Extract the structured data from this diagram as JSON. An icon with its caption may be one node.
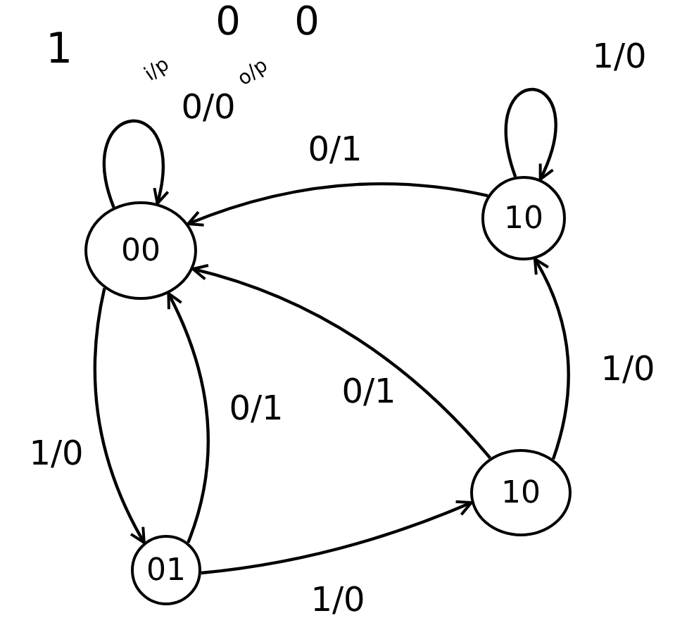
{
  "diagram": {
    "nodes": [
      {
        "text": [
          "00"
        ]
      },
      {
        "text": [
          "10"
        ]
      },
      {
        "text": [
          "01"
        ]
      },
      {
        "text": [
          "10"
        ]
      }
    ],
    "edges": [
      {
        "from": 0,
        "to": 0,
        "arrow": "to",
        "label": "0/0"
      },
      {
        "from": 1,
        "to": 1,
        "arrow": "to",
        "label": "1/0"
      },
      {
        "from": 1,
        "to": 0,
        "arrow": "to",
        "label": "0/1"
      },
      {
        "from": 3,
        "to": 0,
        "arrow": "to",
        "label": "0/1"
      },
      {
        "from": 0,
        "to": 2,
        "arrow": "to",
        "label": "1/0"
      },
      {
        "from": 2,
        "to": 0,
        "arrow": "to",
        "label": "0/1"
      },
      {
        "from": 2,
        "to": 3,
        "arrow": "to",
        "label": "1/0"
      },
      {
        "from": 3,
        "to": 1,
        "arrow": "to",
        "label": "1/0"
      }
    ],
    "labels": [
      "1",
      "0",
      "0",
      "i/p",
      "o/p"
    ]
  }
}
